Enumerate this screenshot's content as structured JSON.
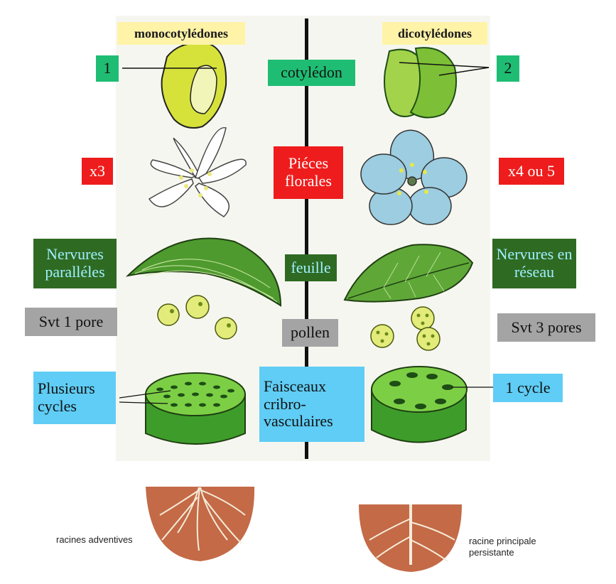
{
  "header": {
    "mono": "monocotylédones",
    "di": "dicotylédones"
  },
  "rows": {
    "cotyledon": {
      "left": "1",
      "center": "cotylédon",
      "right": "2"
    },
    "flower": {
      "left": "x3",
      "center": "Piéces florales",
      "right": "x4 ou 5"
    },
    "leaf": {
      "left": "Nervures paralléles",
      "center": "feuille",
      "right": "Nervures en réseau"
    },
    "pollen": {
      "left": "Svt 1 pore",
      "center": "pollen",
      "right": "Svt 3 pores"
    },
    "bundles": {
      "left": "Plusieurs cycles",
      "center": "Faisceaux cribro-vasculaires",
      "right": "1 cycle"
    }
  },
  "roots": {
    "left": "racines adventives",
    "right": "racine principale persistante"
  },
  "colors": {
    "green_box": "#1fbd73",
    "red_box": "#ee1c1c",
    "dark_green_box": "#2f6a23",
    "grey_box": "#a4a4a4",
    "blue_box": "#5fcdf5",
    "header_yellow": "#fff3a8"
  }
}
